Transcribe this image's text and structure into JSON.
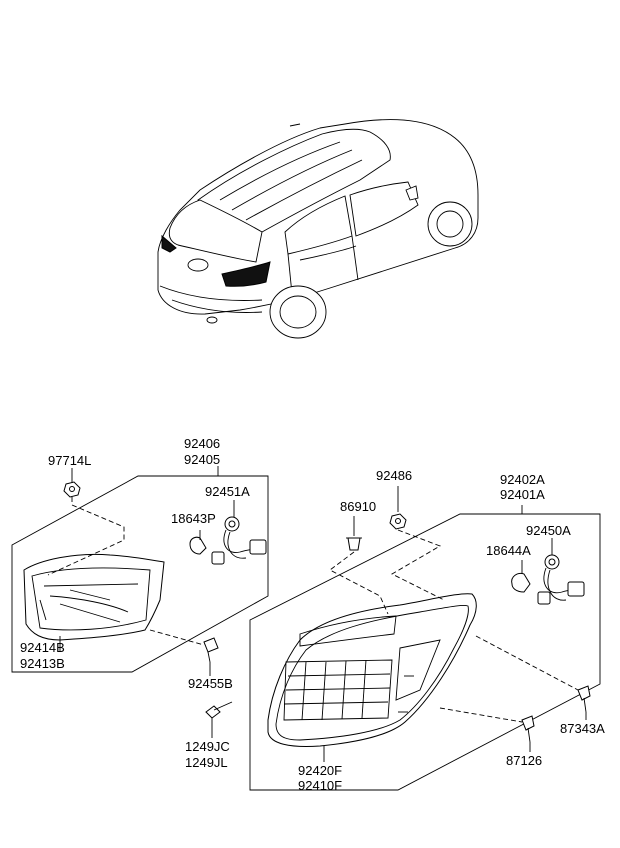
{
  "labels": {
    "p97714L": "97714L",
    "p92406": "92406",
    "p92405": "92405",
    "p92451A": "92451A",
    "p18643P": "18643P",
    "p92414B": "92414B",
    "p92413B": "92413B",
    "p92455B": "92455B",
    "p1249JC": "1249JC",
    "p1249JL": "1249JL",
    "p92486": "92486",
    "p86910": "86910",
    "p92402A": "92402A",
    "p92401A": "92401A",
    "p92450A": "92450A",
    "p18644A": "18644A",
    "p87343A": "87343A",
    "p87126": "87126",
    "p92420F": "92420F",
    "p92410F": "92410F"
  },
  "icons": [
    "vehicle-rear-view-icon",
    "inner-lamp-icon",
    "outer-lamp-icon",
    "bulb-icon",
    "socket-wiring-icon",
    "screw-icon",
    "nut-icon",
    "clip-icon"
  ]
}
